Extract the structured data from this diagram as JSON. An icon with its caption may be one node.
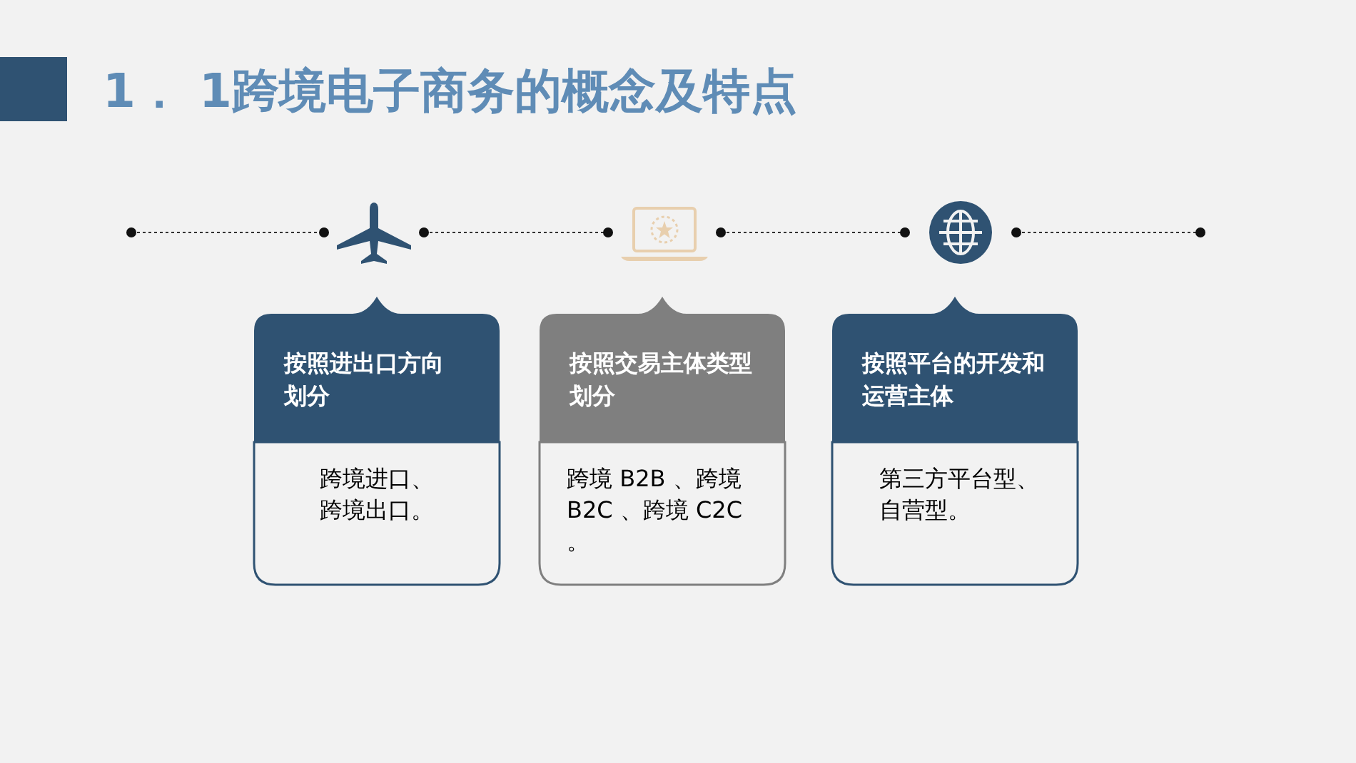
{
  "diagram": {
    "title": "1． 1跨境电子商务的概念及特点",
    "nodes": [
      {
        "text": [],
        "shape": "airplane"
      },
      {
        "text": [],
        "shape": "laptop"
      },
      {
        "text": [],
        "shape": "globe"
      },
      {
        "text": [
          "按照进出口方向划分",
          "跨境进口、跨境出口。"
        ]
      },
      {
        "text": [
          "按照交易主体类型划分",
          "跨境 B2B 、跨境 B2C 、跨境 C2C 。"
        ]
      },
      {
        "text": [
          "按照平台的开发和运营主体",
          "第三方平台型、自营型。"
        ]
      }
    ],
    "edges": [
      {
        "from": null,
        "to": 0,
        "arrow": "other",
        "style": "dashed"
      },
      {
        "from": 0,
        "to": 1,
        "arrow": "other",
        "style": "dashed"
      },
      {
        "from": 1,
        "to": 2,
        "arrow": "other",
        "style": "dashed"
      },
      {
        "from": 2,
        "to": null,
        "arrow": "other",
        "style": "dashed"
      }
    ]
  }
}
